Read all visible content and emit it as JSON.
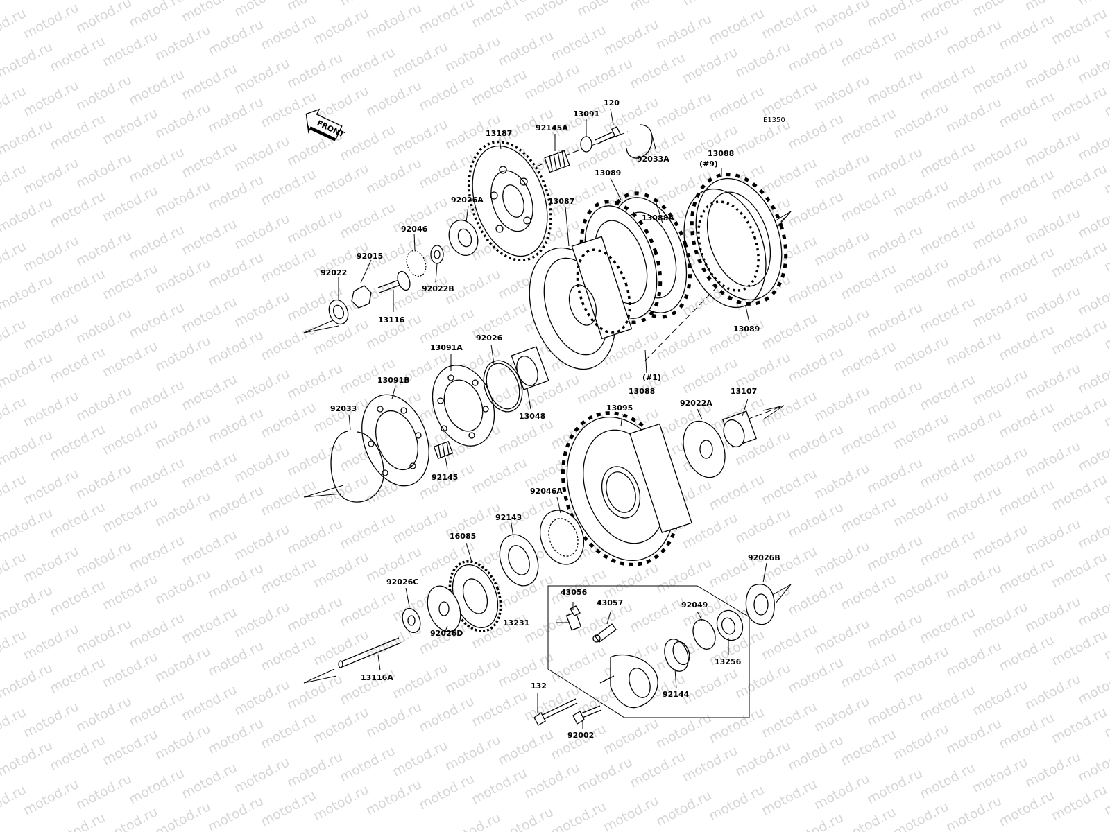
{
  "diagram_code": "E1350",
  "front_indicator": "FRONT",
  "watermark": "motod.ru",
  "labels": {
    "p13187": "13187",
    "p92145A": "92145A",
    "p13091": "13091",
    "p120": "120",
    "p92033A": "92033A",
    "p13088_top": "13088",
    "p9": "(#9)",
    "p92026A": "92026A",
    "p92046": "92046",
    "p92015": "92015",
    "p92022": "92022",
    "p92022B": "92022B",
    "p13116": "13116",
    "p13088A": "13088A",
    "p13089_top": "13089",
    "p13087": "13087",
    "p13089_right": "13089",
    "p1": "(#1)",
    "p13088_mid": "13088",
    "p13091A": "13091A",
    "p92026": "92026",
    "p13091B": "13091B",
    "p13048": "13048",
    "p92033": "92033",
    "p92145": "92145",
    "p13095": "13095",
    "p92022A": "92022A",
    "p13107": "13107",
    "p92046A": "92046A",
    "p92143": "92143",
    "p16085": "16085",
    "p92026C": "92026C",
    "p92026D": "92026D",
    "p13116A": "13116A",
    "p92026B": "92026B",
    "p43056": "43056",
    "p43057": "43057",
    "p13231": "13231",
    "p92049": "92049",
    "p13256": "13256",
    "p92144": "92144",
    "p132": "132",
    "p92002": "92002"
  }
}
